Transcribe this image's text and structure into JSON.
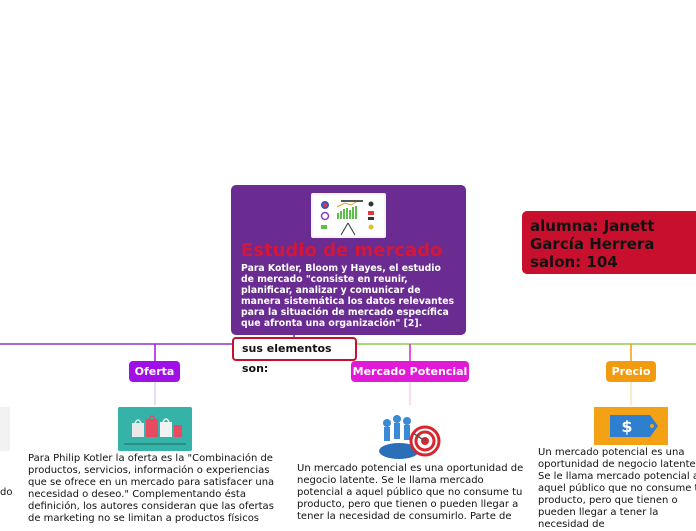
{
  "central": {
    "title": "Estudio de mercado",
    "text": "Para Kotler, Bloom y Hayes, el estudio de mercado \"consiste en reunir, planificar, analizar y comunicar de manera sistemática los datos relevantes para la situación de mercado específica que afronta una organización\" [2]."
  },
  "subtopic": {
    "label": "sus elementos son:"
  },
  "floating": {
    "lines": [
      "alumna: Janett",
      "García Herrera",
      "salon: 104"
    ]
  },
  "topics": {
    "oferta": {
      "label": "Oferta",
      "description": "Para Philip Kotler la oferta es la  \"Combinación de productos, servicios, información o experiencias que se ofrece en un mercado para satisfacer una necesidad o deseo.\" Complementando ésta definición, los autores consideran que las ofertas de marketing no se limitan a productos físicos"
    },
    "mercado_potencial": {
      "label": "Mercado Potencial",
      "description": "Un mercado potencial es una oportunidad de negocio latente. Se le llama mercado potencial a aquel público que no consume tu producto, pero que tienen o pueden llegar a tener la necesidad de consumirlo. Parte de"
    },
    "precio": {
      "label": "Precio",
      "description": "Un mercado potencial es una oportunidad de negocio latente. Se le llama mercado potencial a aquel público que no consume tu producto, pero que tienen o pueden llegar a tener la necesidad de"
    },
    "left_partial": {
      "description": "do"
    }
  },
  "colors": {
    "central": "#6a2c91",
    "central_title": "#d4163a",
    "subtopic_border": "#c8102e",
    "floating": "#c8102e",
    "oferta": "#a010e6",
    "mercado_potencial": "#e01ad6",
    "precio": "#f29b0f",
    "branch_line_right": "#8fd14f"
  },
  "icons": {
    "central": "whiteboard-charts-icon",
    "oferta": "shopping-bags-icon",
    "mercado_potencial": "target-people-icon",
    "precio": "price-tag-icon"
  }
}
